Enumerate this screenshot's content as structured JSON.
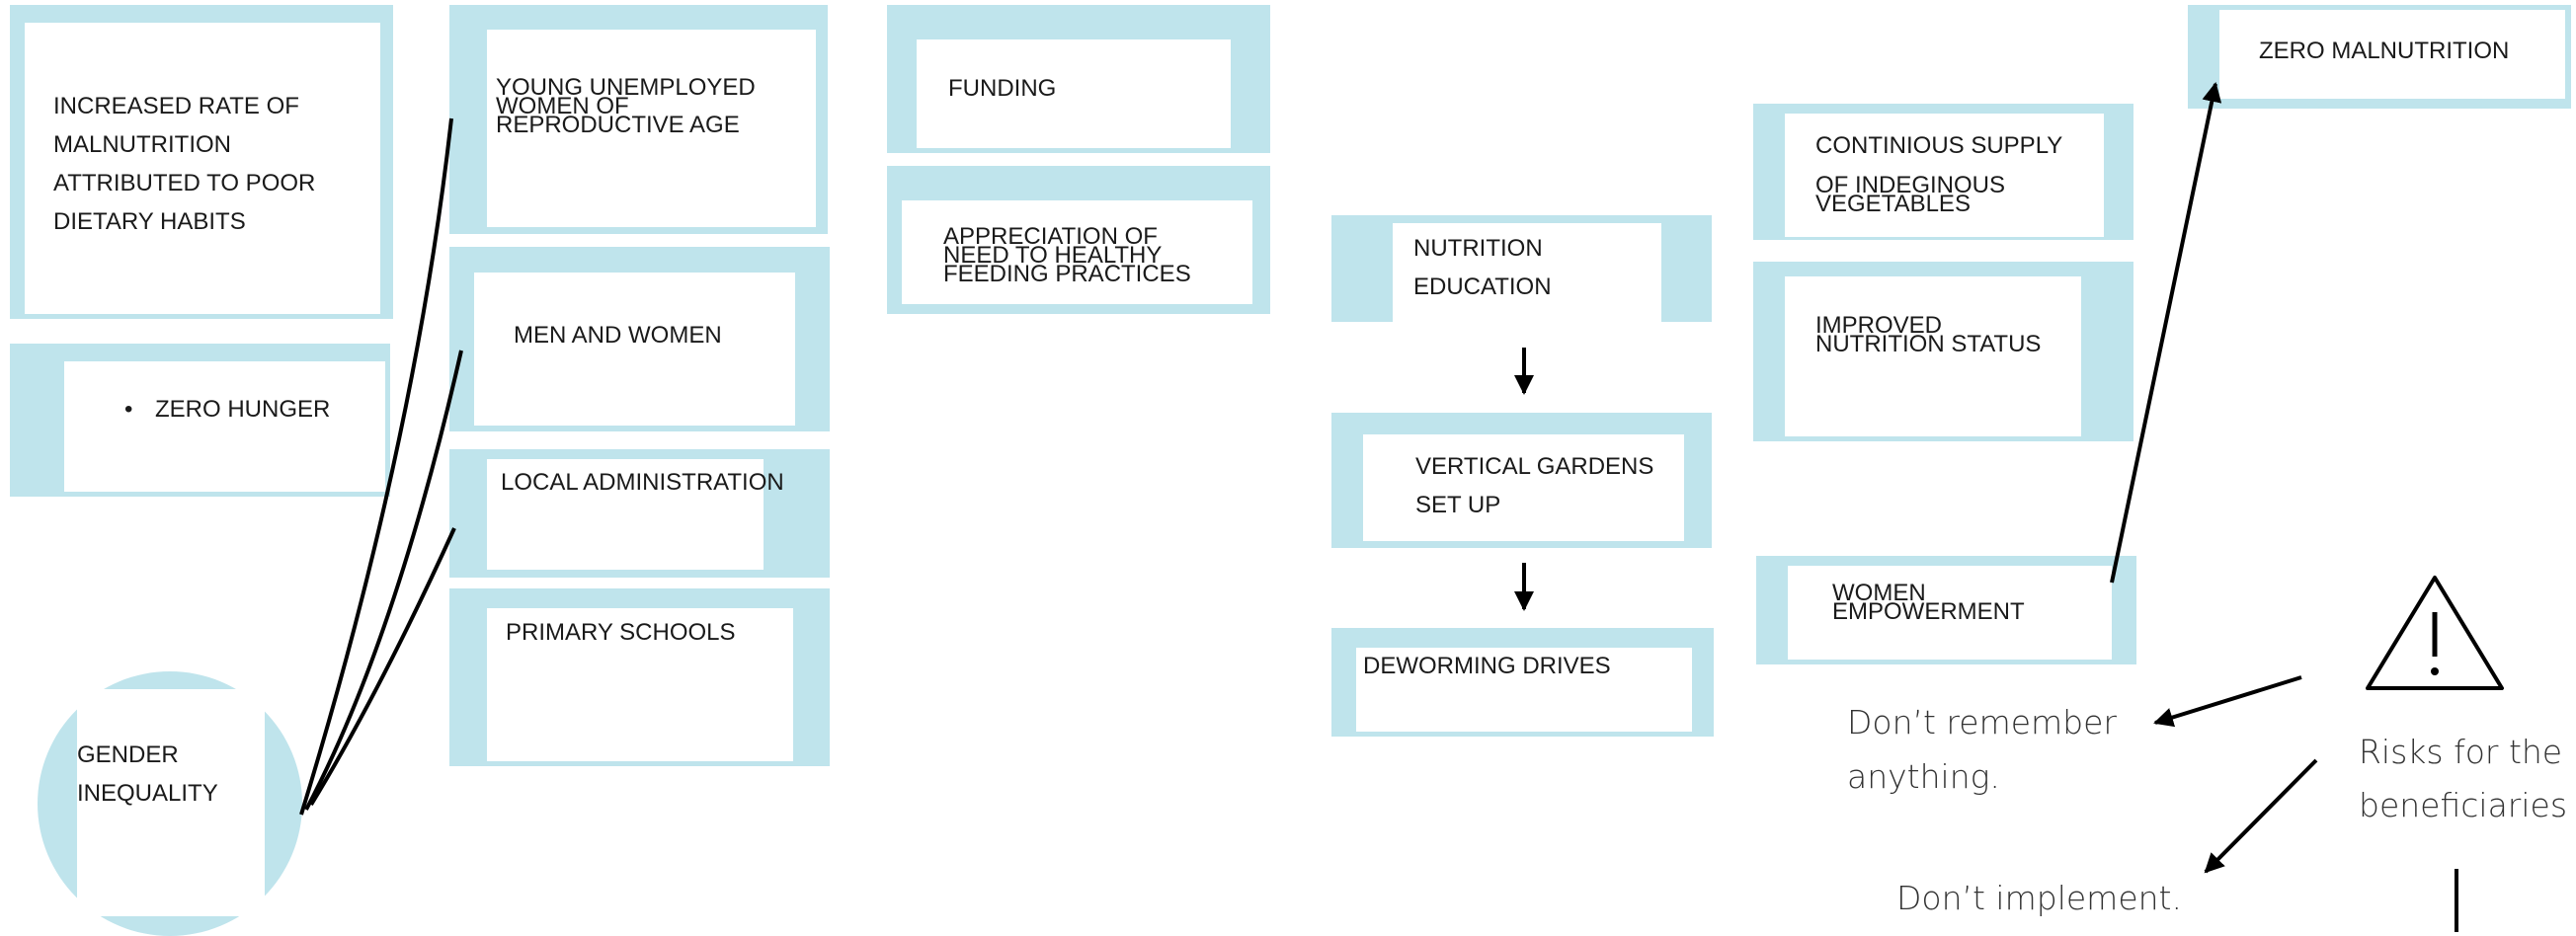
{
  "problem": {
    "line1": "INCREASED RATE OF",
    "line2": "MALNUTRITION",
    "line3": "ATTRIBUTED TO POOR",
    "line4": "DIETARY HABITS"
  },
  "goal": {
    "bullet": "•",
    "label": "ZERO HUNGER"
  },
  "cause": {
    "line1": "GENDER",
    "line2": "INEQUALITY"
  },
  "stakeholders": {
    "s1_line1": "YOUNG  UNEMPLOYED",
    "s1_line2": " WOMEN OF",
    "s1_line3": "REPRODUCTIVE AGE",
    "s2": "MEN AND WOMEN",
    "s3": "LOCAL ADMINISTRATION",
    "s4": "PRIMARY SCHOOLS"
  },
  "inputs": {
    "funding": "FUNDING",
    "appreciation_line1": "APPRECIATION OF",
    "appreciation_line2": "NEED TO HEALTHY",
    "appreciation_line3": "FEEDING PRACTICES"
  },
  "activities": {
    "a1_line1": "NUTRITION",
    "a1_line2": " EDUCATION",
    "a2_line1": "VERTICAL GARDENS",
    "a2_line2": "SET UP",
    "a3": "DEWORMING DRIVES"
  },
  "outcomes": {
    "o1_line1": "CONTINIOUS SUPPLY",
    "o1_line2": "OF INDEGINOUS",
    "o1_line3": "VEGETABLES",
    "o2_line1": "IMPROVED",
    "o2_line2": "NUTRITION STATUS",
    "o3_line1": "WOMEN",
    "o3_line2": "EMPOWERMENT"
  },
  "impact": {
    "label": "ZERO MALNUTRITION"
  },
  "risks": {
    "title_line1": "Risks for the",
    "title_line2": "beneficiaries",
    "risk1_line1": "Don’t remember",
    "risk1_line2": "anything.",
    "risk2": "Don’t implement.",
    "warning_icon": "warning-triangle-icon"
  },
  "colors": {
    "card_fill": "#bfe4ec",
    "line": "#000000"
  }
}
